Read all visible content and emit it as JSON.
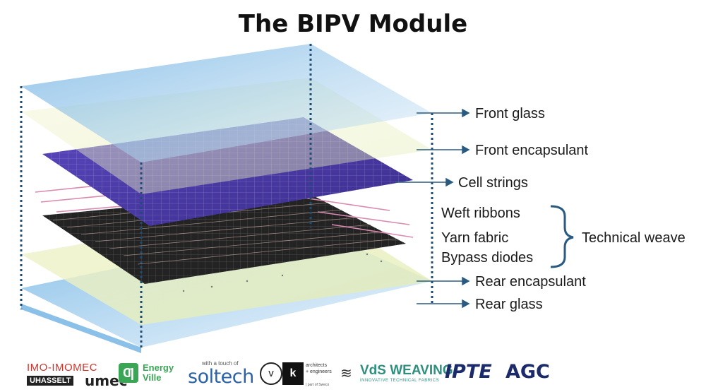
{
  "title": "The BIPV Module",
  "layers": [
    {
      "label": "Front glass"
    },
    {
      "label": "Front encapsulant"
    },
    {
      "label": "Cell strings"
    },
    {
      "label": "Weft ribbons"
    },
    {
      "label": "Yarn fabric"
    },
    {
      "label": "Bypass diodes"
    },
    {
      "label": "Rear encapsulant"
    },
    {
      "label": "Rear glass"
    }
  ],
  "group_label": "Technical weave",
  "logos": {
    "imo": "IMO-IMOMEC",
    "uhasselt": "UHASSELT",
    "imec": "umec",
    "energyville_mark": "Ƣ",
    "energyville": [
      "Energy",
      "Ville"
    ],
    "soltech_small": "with a touch of",
    "soltech": "soltech",
    "vk_v": "v",
    "vk_k": "k",
    "vk_text": [
      "architects",
      "+ engineers"
    ],
    "vk_part": "| part of Sweco",
    "vds": "VdS WEAVING",
    "vds_sub": "INNOVATIVE TECHNICAL FABRICS",
    "ipte": "IPTE",
    "agc": "AGC"
  },
  "colors": {
    "glass": "#7fb8e4",
    "encapsulant": "#e8edb0",
    "cells": "#4b3aa6",
    "fabric": "#2a2a2a",
    "arrow": "#2a5a80"
  }
}
